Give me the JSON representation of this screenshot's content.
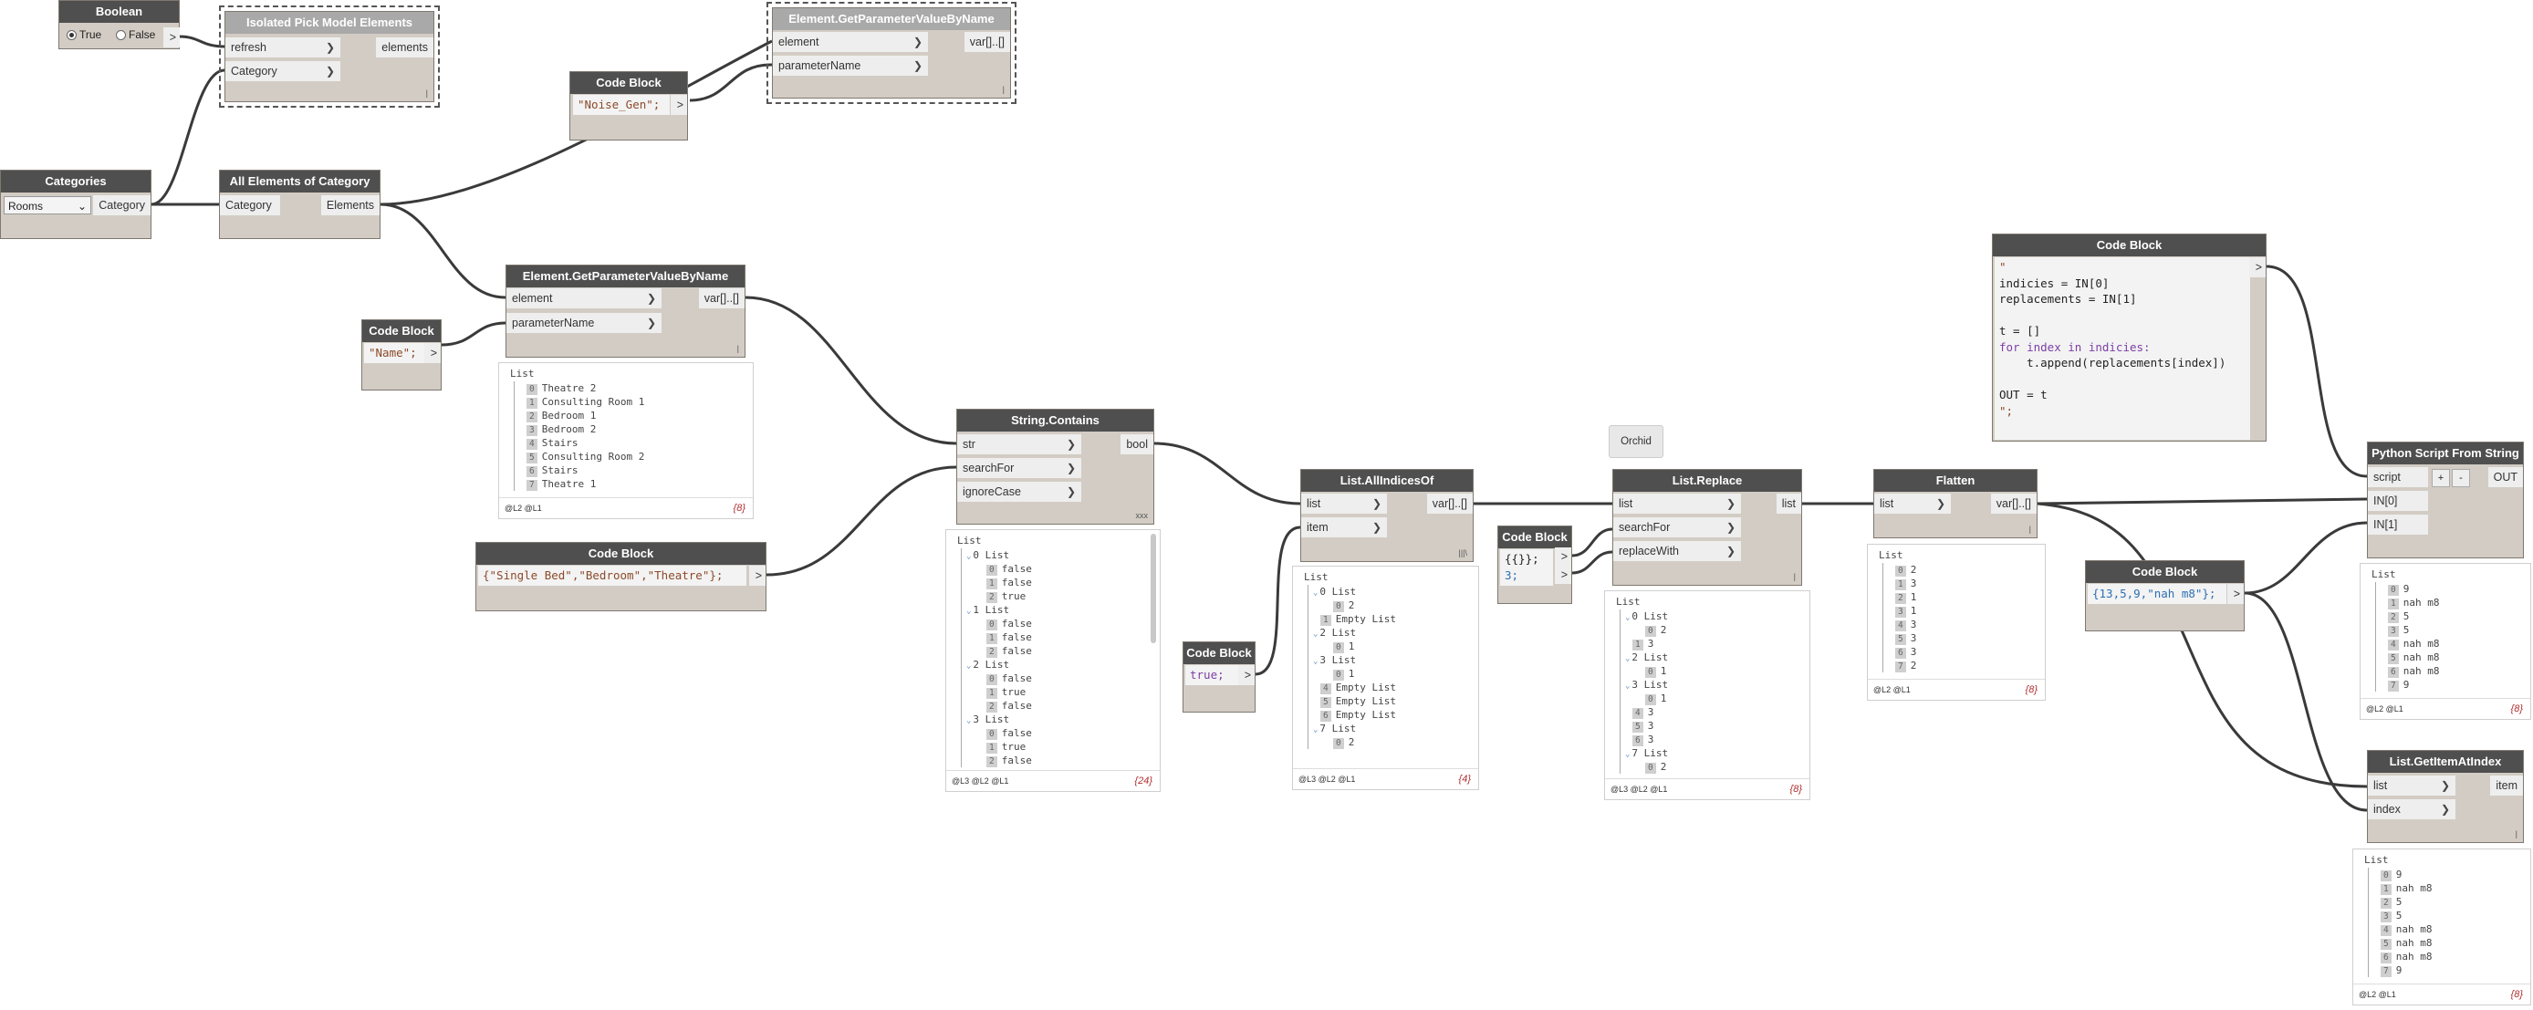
{
  "nodes": {
    "boolean": {
      "title": "Boolean",
      "true_label": "True",
      "false_label": "False",
      "out": ">"
    },
    "isolated": {
      "title": "Isolated Pick Model Elements",
      "in1": "refresh",
      "in2": "Category",
      "out": "elements"
    },
    "categories": {
      "title": "Categories",
      "value": "Rooms",
      "out": "Category"
    },
    "all_elements": {
      "title": "All Elements of Category",
      "in1": "Category",
      "out": "Elements"
    },
    "cb_noise": {
      "title": "Code Block",
      "code": "\"Noise_Gen\";",
      "out": ">"
    },
    "getparam_top": {
      "title": "Element.GetParameterValueByName",
      "in1": "element",
      "in2": "parameterName",
      "out": "var[]..[]"
    },
    "getparam_mid": {
      "title": "Element.GetParameterValueByName",
      "in1": "element",
      "in2": "parameterName",
      "out": "var[]..[]"
    },
    "cb_name": {
      "title": "Code Block",
      "code": "\"Name\";",
      "out": ">"
    },
    "cb_search": {
      "title": "Code Block",
      "code": "{\"Single Bed\",\"Bedroom\",\"Theatre\"};",
      "out": ">"
    },
    "string_contains": {
      "title": "String.Contains",
      "in1": "str",
      "in2": "searchFor",
      "in3": "ignoreCase",
      "out": "bool",
      "lacing": "xxx"
    },
    "cb_true": {
      "title": "Code Block",
      "code": "true;",
      "out": ">"
    },
    "all_indices": {
      "title": "List.AllIndicesOf",
      "in1": "list",
      "in2": "item",
      "out": "var[]..[]",
      "lacing": "|||\\"
    },
    "cb_empty": {
      "title": "Code Block",
      "line1": "{{}};",
      "line2": "3;",
      "out": ">"
    },
    "replace": {
      "title": "List.Replace",
      "in1": "list",
      "in2": "searchFor",
      "in3": "replaceWith",
      "out": "list"
    },
    "flatten": {
      "title": "Flatten",
      "in1": "list",
      "out": "var[]..[]"
    },
    "cb_script": {
      "title": "Code Block",
      "lines": [
        "\"",
        "indicies = IN[0]",
        "replacements = IN[1]",
        "",
        "t = []",
        "for index in indicies:",
        "    t.append(replacements[index])",
        "",
        "OUT = t",
        "\";"
      ],
      "out": ">"
    },
    "python": {
      "title": "Python Script From String",
      "in1": "script",
      "in2": "IN[0]",
      "in3": "IN[1]",
      "out": "OUT",
      "plus": "+",
      "minus": "-"
    },
    "cb_values": {
      "title": "Code Block",
      "code": "{13,5,9,\"nah m8\"};",
      "out": ">"
    },
    "getitem": {
      "title": "List.GetItemAtIndex",
      "in1": "list",
      "in2": "index",
      "out": "item"
    }
  },
  "orchid": "Orchid",
  "previews": {
    "names": {
      "header": "List",
      "rows": [
        [
          "0",
          "Theatre 2"
        ],
        [
          "1",
          "Consulting Room 1"
        ],
        [
          "2",
          "Bedroom 1"
        ],
        [
          "3",
          "Bedroom 2"
        ],
        [
          "4",
          "Stairs"
        ],
        [
          "5",
          "Consulting Room 2"
        ],
        [
          "6",
          "Stairs"
        ],
        [
          "7",
          "Theatre 1"
        ]
      ],
      "footer": "@L2 @L1",
      "count": "{8}"
    },
    "contains": {
      "header": "List",
      "groups": [
        {
          "label": "0 List",
          "rows": [
            [
              "0",
              "false"
            ],
            [
              "1",
              "false"
            ],
            [
              "2",
              "true"
            ]
          ]
        },
        {
          "label": "1 List",
          "rows": [
            [
              "0",
              "false"
            ],
            [
              "1",
              "false"
            ],
            [
              "2",
              "false"
            ]
          ]
        },
        {
          "label": "2 List",
          "rows": [
            [
              "0",
              "false"
            ],
            [
              "1",
              "true"
            ],
            [
              "2",
              "false"
            ]
          ]
        },
        {
          "label": "3 List",
          "rows": [
            [
              "0",
              "false"
            ],
            [
              "1",
              "true"
            ],
            [
              "2",
              "false"
            ]
          ]
        }
      ],
      "footer": "@L3 @L2 @L1",
      "count": "{24}"
    },
    "indices": {
      "header": "List",
      "items": [
        {
          "t": "g",
          "label": "0 List"
        },
        {
          "t": "r",
          "i": "0",
          "v": "2"
        },
        {
          "t": "e",
          "i": "1",
          "v": "Empty List"
        },
        {
          "t": "g",
          "label": "2 List"
        },
        {
          "t": "r",
          "i": "0",
          "v": "1"
        },
        {
          "t": "g",
          "label": "3 List"
        },
        {
          "t": "r",
          "i": "0",
          "v": "1"
        },
        {
          "t": "e",
          "i": "4",
          "v": "Empty List"
        },
        {
          "t": "e",
          "i": "5",
          "v": "Empty List"
        },
        {
          "t": "e",
          "i": "6",
          "v": "Empty List"
        },
        {
          "t": "g",
          "label": "7 List"
        },
        {
          "t": "r",
          "i": "0",
          "v": "2"
        }
      ],
      "footer": "@L3 @L2 @L1",
      "count": "{4}"
    },
    "replaced": {
      "header": "List",
      "items": [
        {
          "t": "g",
          "label": "0 List"
        },
        {
          "t": "r",
          "i": "0",
          "v": "2"
        },
        {
          "t": "e",
          "i": "1",
          "v": "3"
        },
        {
          "t": "g",
          "label": "2 List"
        },
        {
          "t": "r",
          "i": "0",
          "v": "1"
        },
        {
          "t": "g",
          "label": "3 List"
        },
        {
          "t": "r",
          "i": "0",
          "v": "1"
        },
        {
          "t": "e",
          "i": "4",
          "v": "3"
        },
        {
          "t": "e",
          "i": "5",
          "v": "3"
        },
        {
          "t": "e",
          "i": "6",
          "v": "3"
        },
        {
          "t": "g",
          "label": "7 List"
        },
        {
          "t": "r",
          "i": "0",
          "v": "2"
        }
      ],
      "footer": "@L3 @L2 @L1",
      "count": "{8}"
    },
    "flat": {
      "header": "List",
      "rows": [
        [
          "0",
          "2"
        ],
        [
          "1",
          "3"
        ],
        [
          "2",
          "1"
        ],
        [
          "3",
          "1"
        ],
        [
          "4",
          "3"
        ],
        [
          "5",
          "3"
        ],
        [
          "6",
          "3"
        ],
        [
          "7",
          "2"
        ]
      ],
      "footer": "@L2 @L1",
      "count": "{8}"
    },
    "python_out": {
      "header": "List",
      "rows": [
        [
          "0",
          "9"
        ],
        [
          "1",
          "nah m8"
        ],
        [
          "2",
          "5"
        ],
        [
          "3",
          "5"
        ],
        [
          "4",
          "nah m8"
        ],
        [
          "5",
          "nah m8"
        ],
        [
          "6",
          "nah m8"
        ],
        [
          "7",
          "9"
        ]
      ],
      "footer": "@L2 @L1",
      "count": "{8}"
    },
    "getitem_out": {
      "header": "List",
      "rows": [
        [
          "0",
          "9"
        ],
        [
          "1",
          "nah m8"
        ],
        [
          "2",
          "5"
        ],
        [
          "3",
          "5"
        ],
        [
          "4",
          "nah m8"
        ],
        [
          "5",
          "nah m8"
        ],
        [
          "6",
          "nah m8"
        ],
        [
          "7",
          "9"
        ]
      ],
      "footer": "@L2 @L1",
      "count": "{8}"
    }
  }
}
